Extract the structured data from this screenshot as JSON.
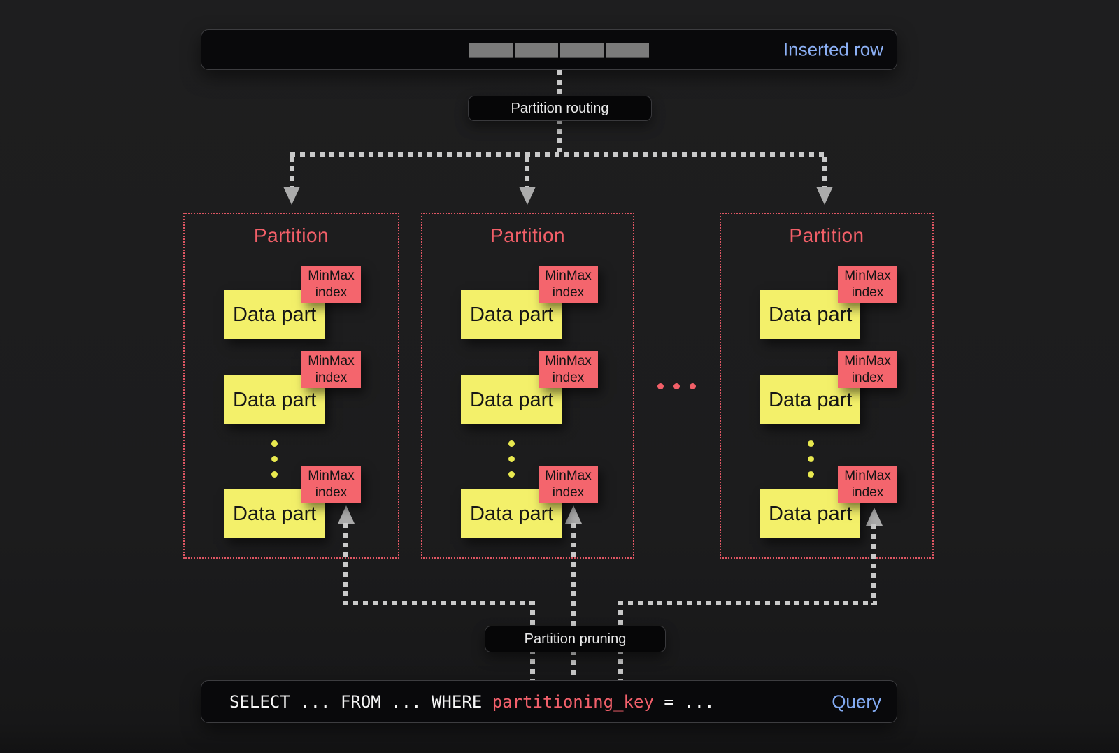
{
  "inserted_row": {
    "label": "Inserted row",
    "cell_count": 4
  },
  "routing_label": "Partition routing",
  "pruning_label": "Partition pruning",
  "partitions": [
    {
      "title": "Partition",
      "parts": [
        {
          "name": "Data part",
          "index": "MinMax index"
        },
        {
          "name": "Data part",
          "index": "MinMax index"
        },
        {
          "name": "Data part",
          "index": "MinMax index"
        }
      ]
    },
    {
      "title": "Partition",
      "parts": [
        {
          "name": "Data part",
          "index": "MinMax index"
        },
        {
          "name": "Data part",
          "index": "MinMax index"
        },
        {
          "name": "Data part",
          "index": "MinMax index"
        }
      ]
    },
    {
      "title": "Partition",
      "parts": [
        {
          "name": "Data part",
          "index": "MinMax index"
        },
        {
          "name": "Data part",
          "index": "MinMax index"
        },
        {
          "name": "Data part",
          "index": "MinMax index"
        }
      ]
    }
  ],
  "query": {
    "prefix": "SELECT ... FROM ... WHERE ",
    "highlight": "partitioning_key",
    "suffix": " = ...",
    "label": "Query"
  },
  "colors": {
    "background": "#1c1c1d",
    "panel": "#09090b",
    "data_part_yellow": "#f3f06a",
    "minmax_salmon": "#f4656d",
    "partition_red": "#f25f68",
    "accent_blue": "#8cb0f5",
    "arrow_gray": "#c9c9c9",
    "row_bar_gray": "#7b7b7b"
  }
}
